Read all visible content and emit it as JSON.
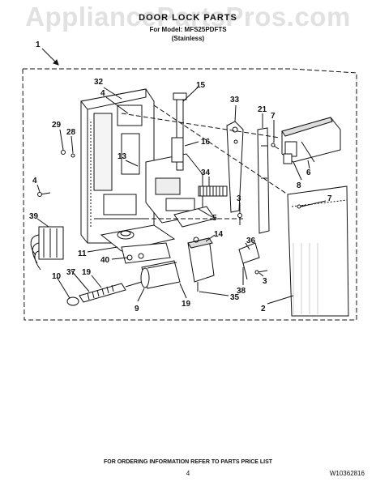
{
  "watermark": "AppliancePartsPros.com",
  "header": {
    "title": "DOOR LOCK PARTS",
    "model_line": "For Model: MFS25PDFTS",
    "finish_line": "(Stainless)"
  },
  "callouts": [
    {
      "id": "c1",
      "text": "1"
    },
    {
      "id": "c32",
      "text": "32"
    },
    {
      "id": "c15",
      "text": "15"
    },
    {
      "id": "c4a",
      "text": "4"
    },
    {
      "id": "c33",
      "text": "33"
    },
    {
      "id": "c21",
      "text": "21"
    },
    {
      "id": "c7a",
      "text": "7"
    },
    {
      "id": "c29",
      "text": "29"
    },
    {
      "id": "c28",
      "text": "28"
    },
    {
      "id": "c16",
      "text": "16"
    },
    {
      "id": "c13",
      "text": "13"
    },
    {
      "id": "c6",
      "text": "6"
    },
    {
      "id": "c4b",
      "text": "4"
    },
    {
      "id": "c34",
      "text": "34"
    },
    {
      "id": "c8",
      "text": "8"
    },
    {
      "id": "c7b",
      "text": "7"
    },
    {
      "id": "c3a",
      "text": "3"
    },
    {
      "id": "c39",
      "text": "39"
    },
    {
      "id": "c5",
      "text": "5"
    },
    {
      "id": "c14",
      "text": "14"
    },
    {
      "id": "c36",
      "text": "36"
    },
    {
      "id": "c11",
      "text": "11"
    },
    {
      "id": "c40",
      "text": "40"
    },
    {
      "id": "c3b",
      "text": "3"
    },
    {
      "id": "c37",
      "text": "37"
    },
    {
      "id": "c19a",
      "text": "19"
    },
    {
      "id": "c10",
      "text": "10"
    },
    {
      "id": "c38",
      "text": "38"
    },
    {
      "id": "c35",
      "text": "35"
    },
    {
      "id": "c2",
      "text": "2"
    },
    {
      "id": "c19b",
      "text": "19"
    },
    {
      "id": "c9",
      "text": "9"
    }
  ],
  "footer": {
    "ordering_info": "FOR ORDERING INFORMATION REFER TO PARTS PRICE LIST",
    "page_number": "4",
    "doc_number": "W10362816"
  }
}
